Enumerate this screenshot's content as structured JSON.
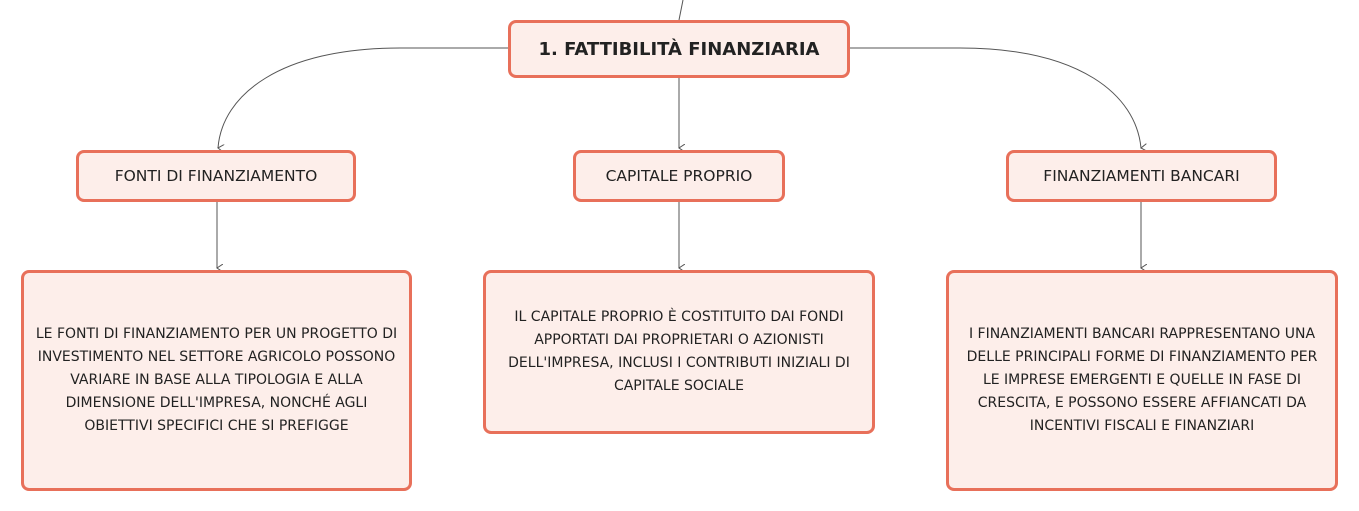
{
  "root": {
    "label": "1. FATTIBILITÀ FINANZIARIA"
  },
  "branches": [
    {
      "label": "FONTI DI FINANZIAMENTO",
      "description": "LE FONTI DI FINANZIAMENTO PER UN PROGETTO DI INVESTIMENTO NEL SETTORE AGRICOLO POSSONO VARIARE IN BASE ALLA TIPOLOGIA E ALLA DIMENSIONE DELL'IMPRESA, NONCHÉ AGLI OBIETTIVI SPECIFICI CHE SI PREFIGGE"
    },
    {
      "label": "CAPITALE PROPRIO",
      "description": "IL CAPITALE PROPRIO È COSTITUITO DAI FONDI APPORTATI DAI PROPRIETARI O AZIONISTI DELL'IMPRESA, INCLUSI I CONTRIBUTI INIZIALI DI CAPITALE SOCIALE"
    },
    {
      "label": "FINANZIAMENTI BANCARI",
      "description": "I FINANZIAMENTI BANCARI RAPPRESENTANO UNA DELLE PRINCIPALI FORME DI FINANZIAMENTO PER LE IMPRESE EMERGENTI E QUELLE IN FASE DI CRESCITA, E POSSONO ESSERE AFFIANCATI DA INCENTIVI FISCALI E FINANZIARI"
    }
  ],
  "colors": {
    "node_fill": "#fdeeea",
    "node_border": "#e8705a",
    "connector": "#555555",
    "text": "#222222"
  }
}
